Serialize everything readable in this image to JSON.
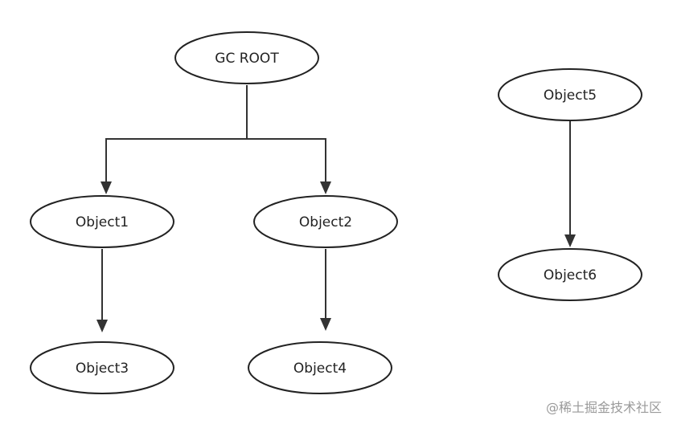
{
  "diagram": {
    "nodes": [
      {
        "id": "gc-root",
        "label": "GC ROOT"
      },
      {
        "id": "object1",
        "label": "Object1"
      },
      {
        "id": "object2",
        "label": "Object2"
      },
      {
        "id": "object3",
        "label": "Object3"
      },
      {
        "id": "object4",
        "label": "Object4"
      },
      {
        "id": "object5",
        "label": "Object5"
      },
      {
        "id": "object6",
        "label": "Object6"
      }
    ],
    "edges": [
      {
        "from": "gc-root",
        "to": "object1"
      },
      {
        "from": "gc-root",
        "to": "object2"
      },
      {
        "from": "object1",
        "to": "object3"
      },
      {
        "from": "object2",
        "to": "object4"
      },
      {
        "from": "object5",
        "to": "object6"
      }
    ]
  },
  "watermark": {
    "text": "@稀土掘金技术社区"
  }
}
